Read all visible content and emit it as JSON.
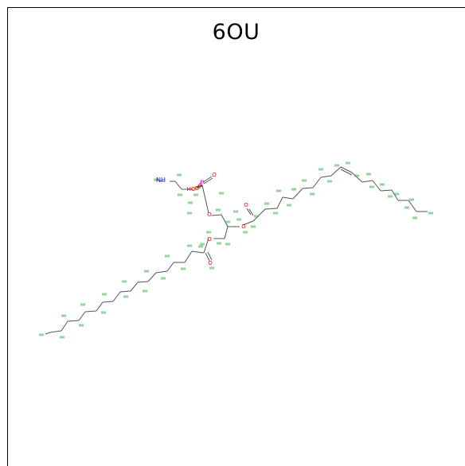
{
  "title": "6OU",
  "colors": {
    "bond": "#555555",
    "carbon_label": "#3cb44b",
    "oxygen": "#ff0000",
    "nitrogen": "#2020ff",
    "phosphorus": "#ff00ff"
  },
  "atoms": [
    {
      "id": "N1",
      "label": "NH",
      "element": "N"
    },
    {
      "id": "O1",
      "label": "O",
      "element": "O"
    },
    {
      "id": "P1",
      "label": "P",
      "element": "P"
    },
    {
      "id": "O2",
      "label": "O",
      "element": "O"
    },
    {
      "id": "O3",
      "label": "HO",
      "element": "O"
    },
    {
      "id": "O4",
      "label": "O",
      "element": "O"
    },
    {
      "id": "O5",
      "label": "O",
      "element": "O"
    },
    {
      "id": "O6",
      "label": "O",
      "element": "O"
    },
    {
      "id": "O7",
      "label": "O",
      "element": "O"
    },
    {
      "id": "O8",
      "label": "O",
      "element": "O"
    }
  ]
}
